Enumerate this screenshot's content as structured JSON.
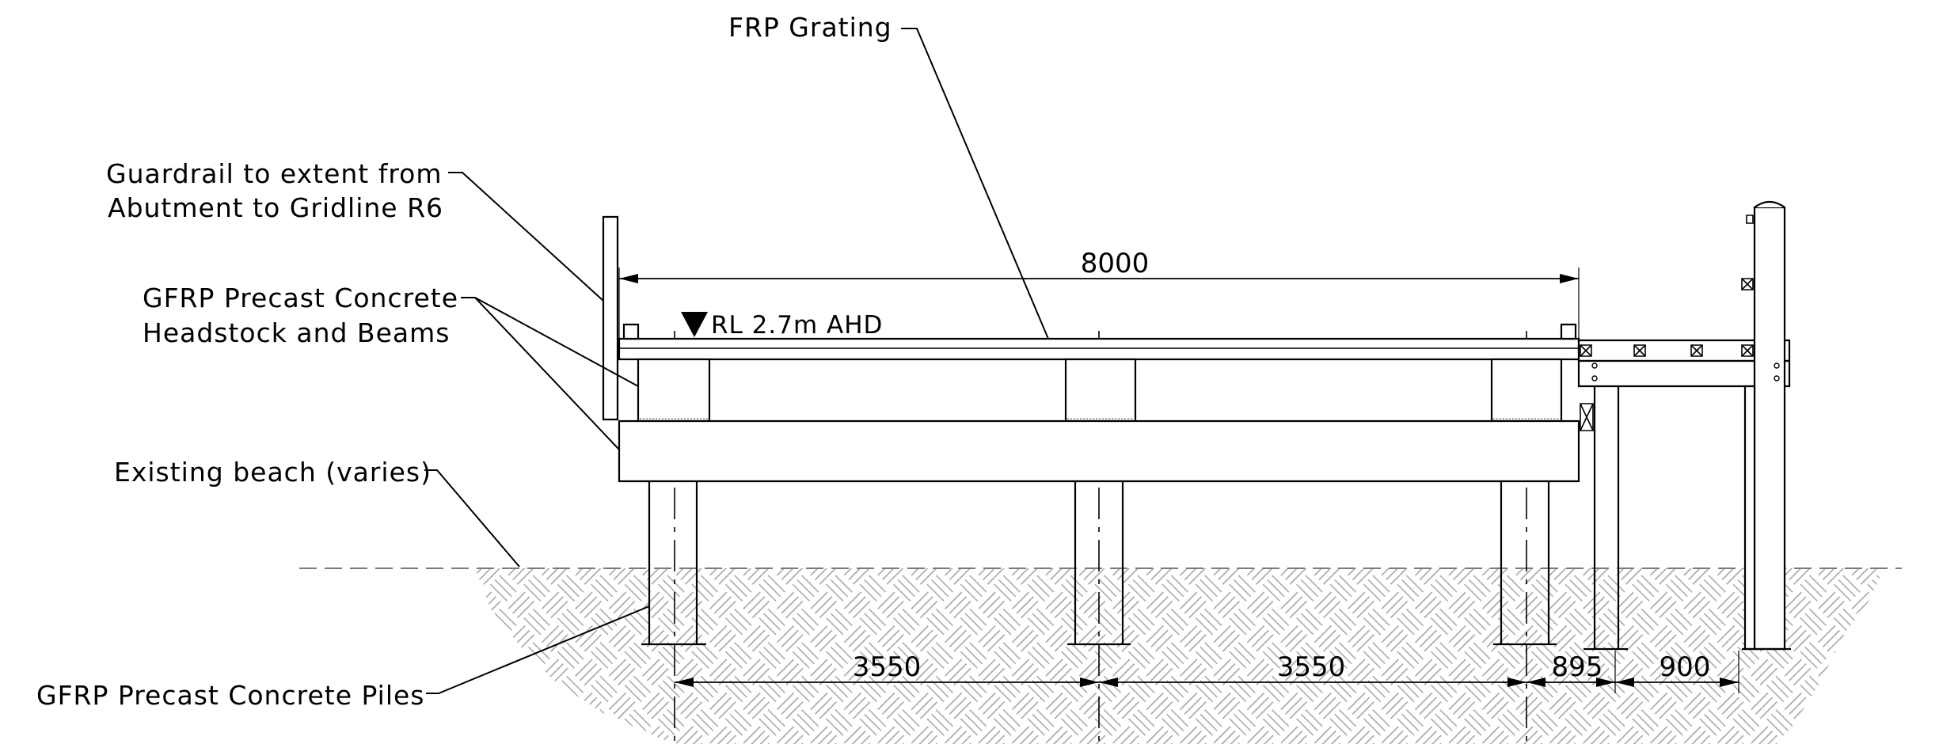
{
  "labels": {
    "frp_grating": "FRP Grating",
    "guardrail_line1": "Guardrail to extent from",
    "guardrail_line2": "Abutment to Gridline R6",
    "gfrp_headstock_line1": "GFRP Precast Concrete",
    "gfrp_headstock_line2": "Headstock and Beams",
    "existing_beach": "Existing beach (varies)",
    "gfrp_piles": "GFRP Precast Concrete Piles",
    "rl_level": "RL 2.7m AHD"
  },
  "dimensions": {
    "overall": "8000",
    "span_1": "3550",
    "span_2": "3550",
    "span_3": "895",
    "span_4": "900"
  },
  "colors": {
    "line": "#000000",
    "hatch": "#9a9a9a",
    "ground": "#8a8a8a"
  }
}
